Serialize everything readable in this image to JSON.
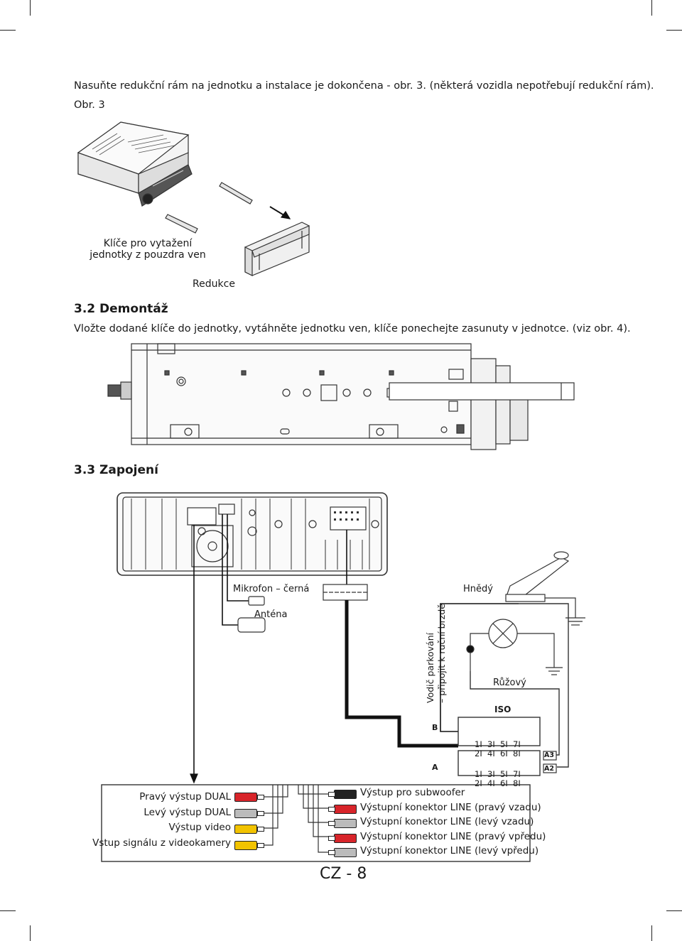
{
  "intro": {
    "line1": "Nasuňte redukční rám na jednotku a instalace je dokončena - obr. 3. (některá vozidla nepotřebují redukční rám).",
    "fig_ref": "Obr. 3"
  },
  "fig3": {
    "keys_label_line1": "Klíče pro vytažení",
    "keys_label_line2": "jednotky z pouzdra ven",
    "frame_label": "Redukce"
  },
  "section_32": {
    "heading": "3.2 Demontáž",
    "text": "Vložte dodané klíče do jednotky, vytáhněte jednotku ven, klíče ponechejte zasunuty v jednotce. (viz obr. 4)."
  },
  "section_33": {
    "heading": "3.3 Zapojení"
  },
  "wiring": {
    "mic": "Mikrofon – černá",
    "antenna": "Anténa",
    "brown": "Hnědý",
    "pink": "Růžový",
    "parking_line1": "Vodič parkování",
    "parking_line2": "– připojit k ruční brzdě",
    "iso": "ISO",
    "conn_b": "B",
    "conn_a": "A",
    "a3": "A3",
    "a2": "A2",
    "pins_row1": "1I  3I  5I  7I",
    "pins_row2": "2I  4I  6I  8I",
    "left_outputs": [
      "Pravý výstup DUAL",
      "Levý výstup DUAL",
      "Výstup video",
      "Vstup signálu z videokamery"
    ],
    "right_outputs": [
      "Výstup pro subwoofer",
      "Výstupní konektor LINE (pravý vzadu)",
      "Výstupní konektor LINE (levý vzadu)",
      "Výstupní konektor LINE (pravý vpředu)",
      "Výstupní konektor LINE (levý vpředu)"
    ],
    "rca_colors_left": [
      "#d8242a",
      "#bbbbbb",
      "#f2c300",
      "#f2c300"
    ],
    "rca_colors_right": [
      "#222222",
      "#d8242a",
      "#bbbbbb",
      "#d8242a",
      "#bbbbbb"
    ]
  },
  "footer": {
    "page": "CZ - 8"
  }
}
